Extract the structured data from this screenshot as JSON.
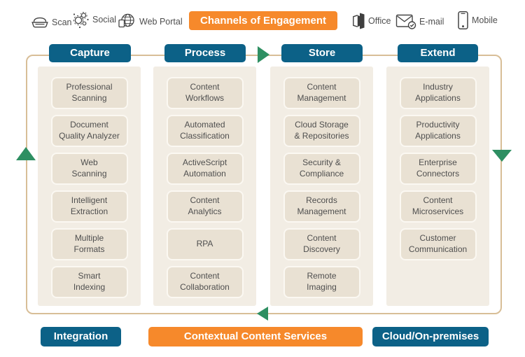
{
  "header": {
    "left_channels": [
      {
        "name": "scan",
        "label": "Scan"
      },
      {
        "name": "social",
        "label": "Social"
      },
      {
        "name": "web-portal",
        "label": "Web Portal"
      }
    ],
    "banner": "Channels of Engagement",
    "right_channels": [
      {
        "name": "office",
        "label": "Office"
      },
      {
        "name": "email",
        "label": "E-mail"
      },
      {
        "name": "mobile",
        "label": "Mobile"
      }
    ]
  },
  "columns": [
    {
      "header": "Capture",
      "items": [
        "Professional\nScanning",
        "Document\nQuality Analyzer",
        "Web\nScanning",
        "Intelligent\nExtraction",
        "Multiple\nFormats",
        "Smart\nIndexing"
      ]
    },
    {
      "header": "Process",
      "items": [
        "Content\nWorkflows",
        "Automated\nClassification",
        "ActiveScript\nAutomation",
        "Content\nAnalytics",
        "RPA",
        "Content\nCollaboration"
      ]
    },
    {
      "header": "Store",
      "items": [
        "Content\nManagement",
        "Cloud Storage\n& Repositories",
        "Security &\nCompliance",
        "Records\nManagement",
        "Content\nDiscovery",
        "Remote\nImaging"
      ]
    },
    {
      "header": "Extend",
      "items": [
        "Industry\nApplications",
        "Productivity\nApplications",
        "Enterprise\nConnectors",
        "Content\nMicroservices",
        "Customer\nCommunication"
      ]
    }
  ],
  "footer": {
    "integration": "Integration",
    "contextual": "Contextual Content Services",
    "cloud": "Cloud/On-premises"
  },
  "colors": {
    "blue": "#0C6187",
    "orange": "#F6892B",
    "green": "#2E8F62",
    "tan_line": "#D8BE97",
    "panel_bg": "#F2EDE4",
    "card_bg": "#E9E1D3",
    "card_border": "#FBF8F2",
    "card_text": "#4F4F4F"
  }
}
